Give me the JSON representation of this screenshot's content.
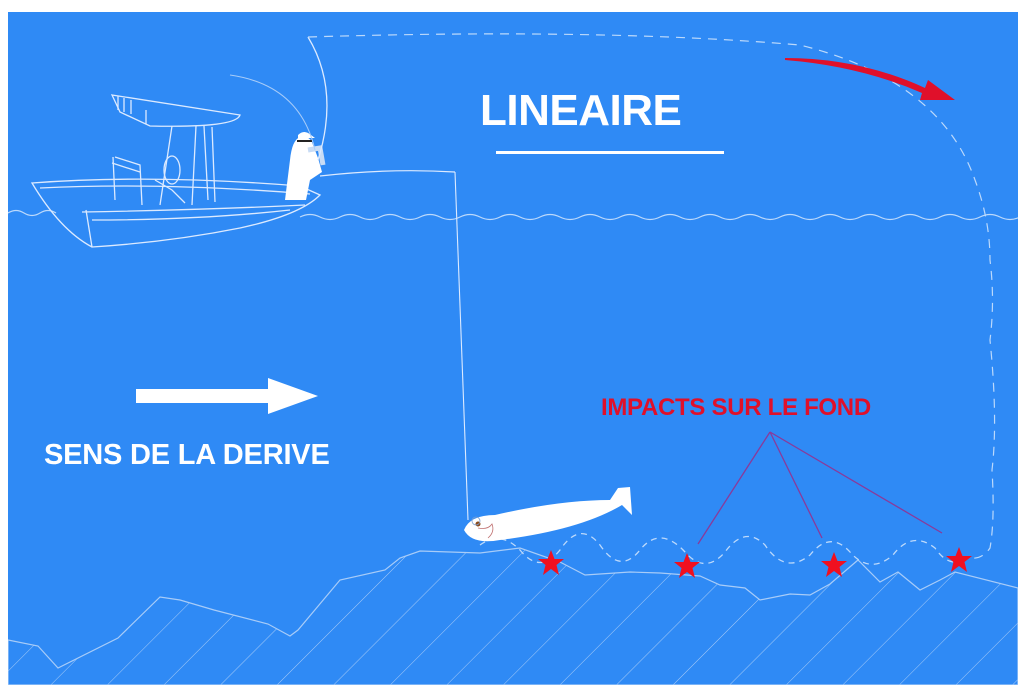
{
  "diagram": {
    "title": "LINEAIRE",
    "drift_label": "SENS DE LA DERIVE",
    "impacts_label": "IMPACTS SUR LE FOND",
    "colors": {
      "background": "#2f8af5",
      "line": "#ffffff",
      "accent_red": "#e0102a",
      "leader_line": "#8a3a9a"
    },
    "elements": {
      "boat": "center-console-boat-outline",
      "angler": "angler-with-rod",
      "lure": "white-soft-plastic-shad",
      "arrow_drift": "right-arrow",
      "arrow_motion": "red-curved-arrow",
      "impact_markers": [
        "star",
        "star",
        "star",
        "star"
      ],
      "seabed": "hatched-rocky-bottom",
      "water_surface": "wavy-line",
      "retrieve_path": "dashed-linear-path"
    }
  }
}
